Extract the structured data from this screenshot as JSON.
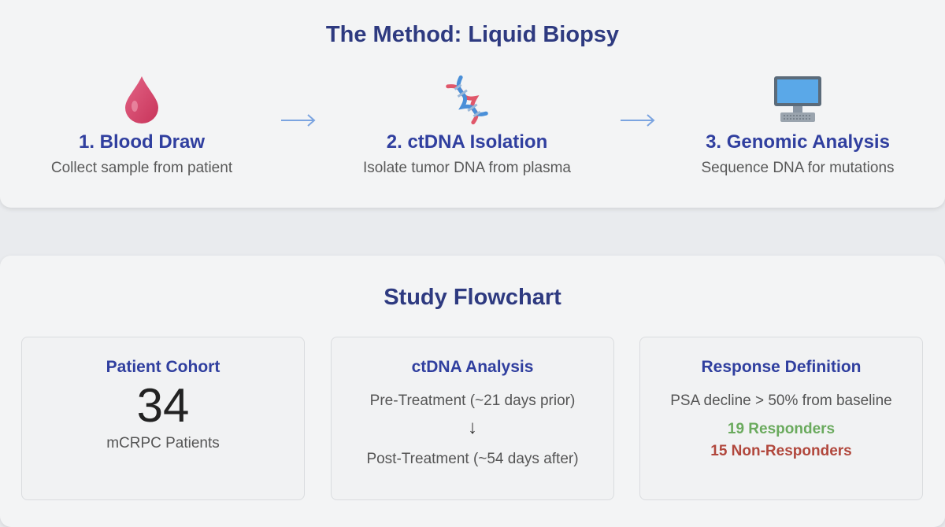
{
  "method": {
    "title": "The Method: Liquid Biopsy",
    "steps": [
      {
        "icon": "blood-drop-icon",
        "name": "1. Blood Draw",
        "desc": "Collect sample from patient"
      },
      {
        "icon": "dna-icon",
        "name": "2. ctDNA Isolation",
        "desc": "Isolate tumor DNA from plasma"
      },
      {
        "icon": "computer-icon",
        "name": "3. Genomic Analysis",
        "desc": "Sequence DNA for mutations"
      }
    ],
    "arrow_icon": "right-arrow-icon"
  },
  "flowchart": {
    "title": "Study Flowchart",
    "cohort": {
      "title": "Patient Cohort",
      "count": "34",
      "label": "mCRPC Patients"
    },
    "analysis": {
      "title": "ctDNA Analysis",
      "pre": "Pre-Treatment (~21 days prior)",
      "arrow": "↓",
      "post": "Post-Treatment (~54 days after)"
    },
    "response": {
      "title": "Response Definition",
      "definition": "PSA decline > 50% from baseline",
      "responders": "19 Responders",
      "non_responders": "15 Non-Responders"
    }
  },
  "colors": {
    "heading": "#2e3a80",
    "step_title": "#303f9f",
    "responders": "#6aaa5d",
    "non_responders": "#b1473c",
    "arrow": "#7ba4e0"
  }
}
